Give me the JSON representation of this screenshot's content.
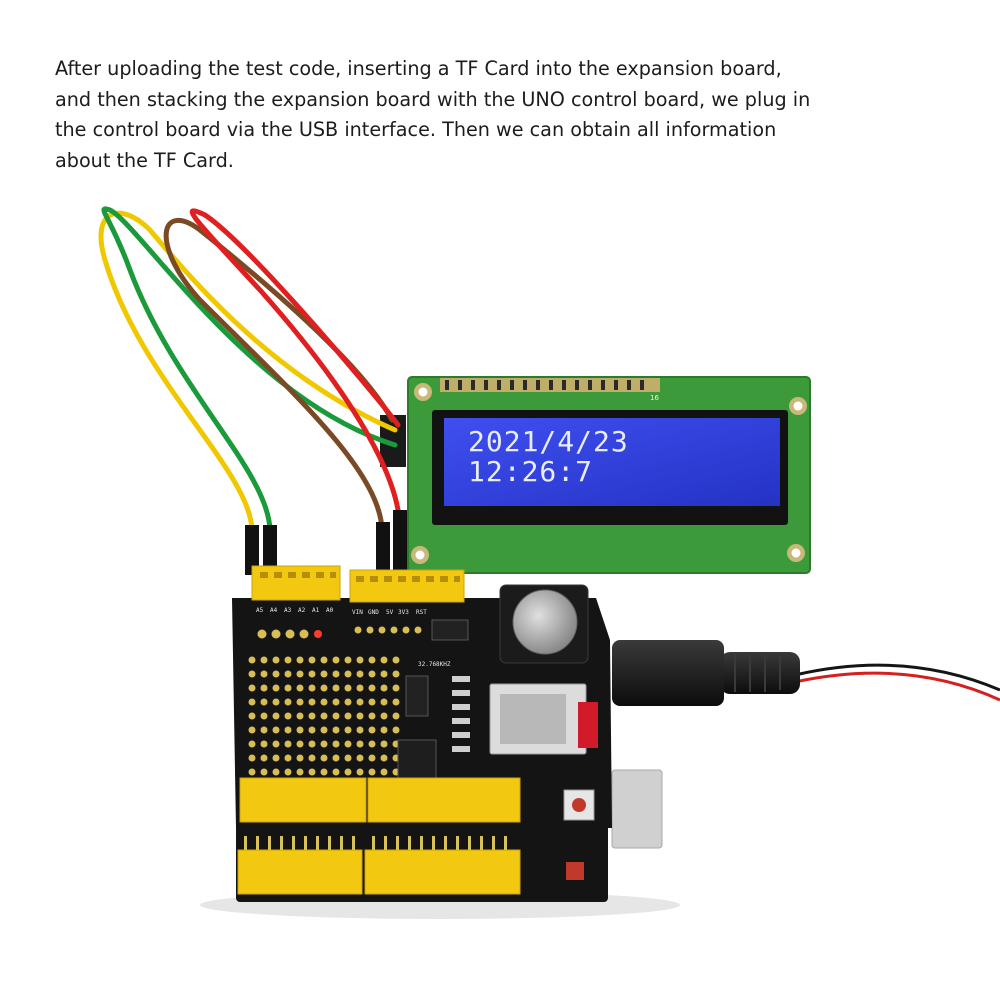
{
  "caption": {
    "lines": [
      "After uploading the test code, inserting a TF Card into the expansion board,",
      "and then stacking the expansion board with the UNO control board, we plug in",
      "the control board via the USB interface. Then we can obtain all information",
      "about the TF Card."
    ]
  },
  "lcd": {
    "line1": "2021/4/23",
    "line2": "12:26:7",
    "pin_number": "16",
    "backlight_color": "#2f3fd6",
    "pcb_color": "#3d9a3a"
  },
  "board": {
    "pcb_color": "#141414",
    "header_color": "#f2c811",
    "pin_labels_left": [
      "A5",
      "A4",
      "A3",
      "A2",
      "A1",
      "A0"
    ],
    "pin_labels_right": [
      "VIN",
      "GND",
      "5V",
      "3V3",
      "RST"
    ],
    "crystal_label": "32.768KHZ"
  },
  "wires": {
    "colors": [
      "#f0c800",
      "#1a9a3a",
      "#e02020",
      "#7a4a24"
    ]
  }
}
